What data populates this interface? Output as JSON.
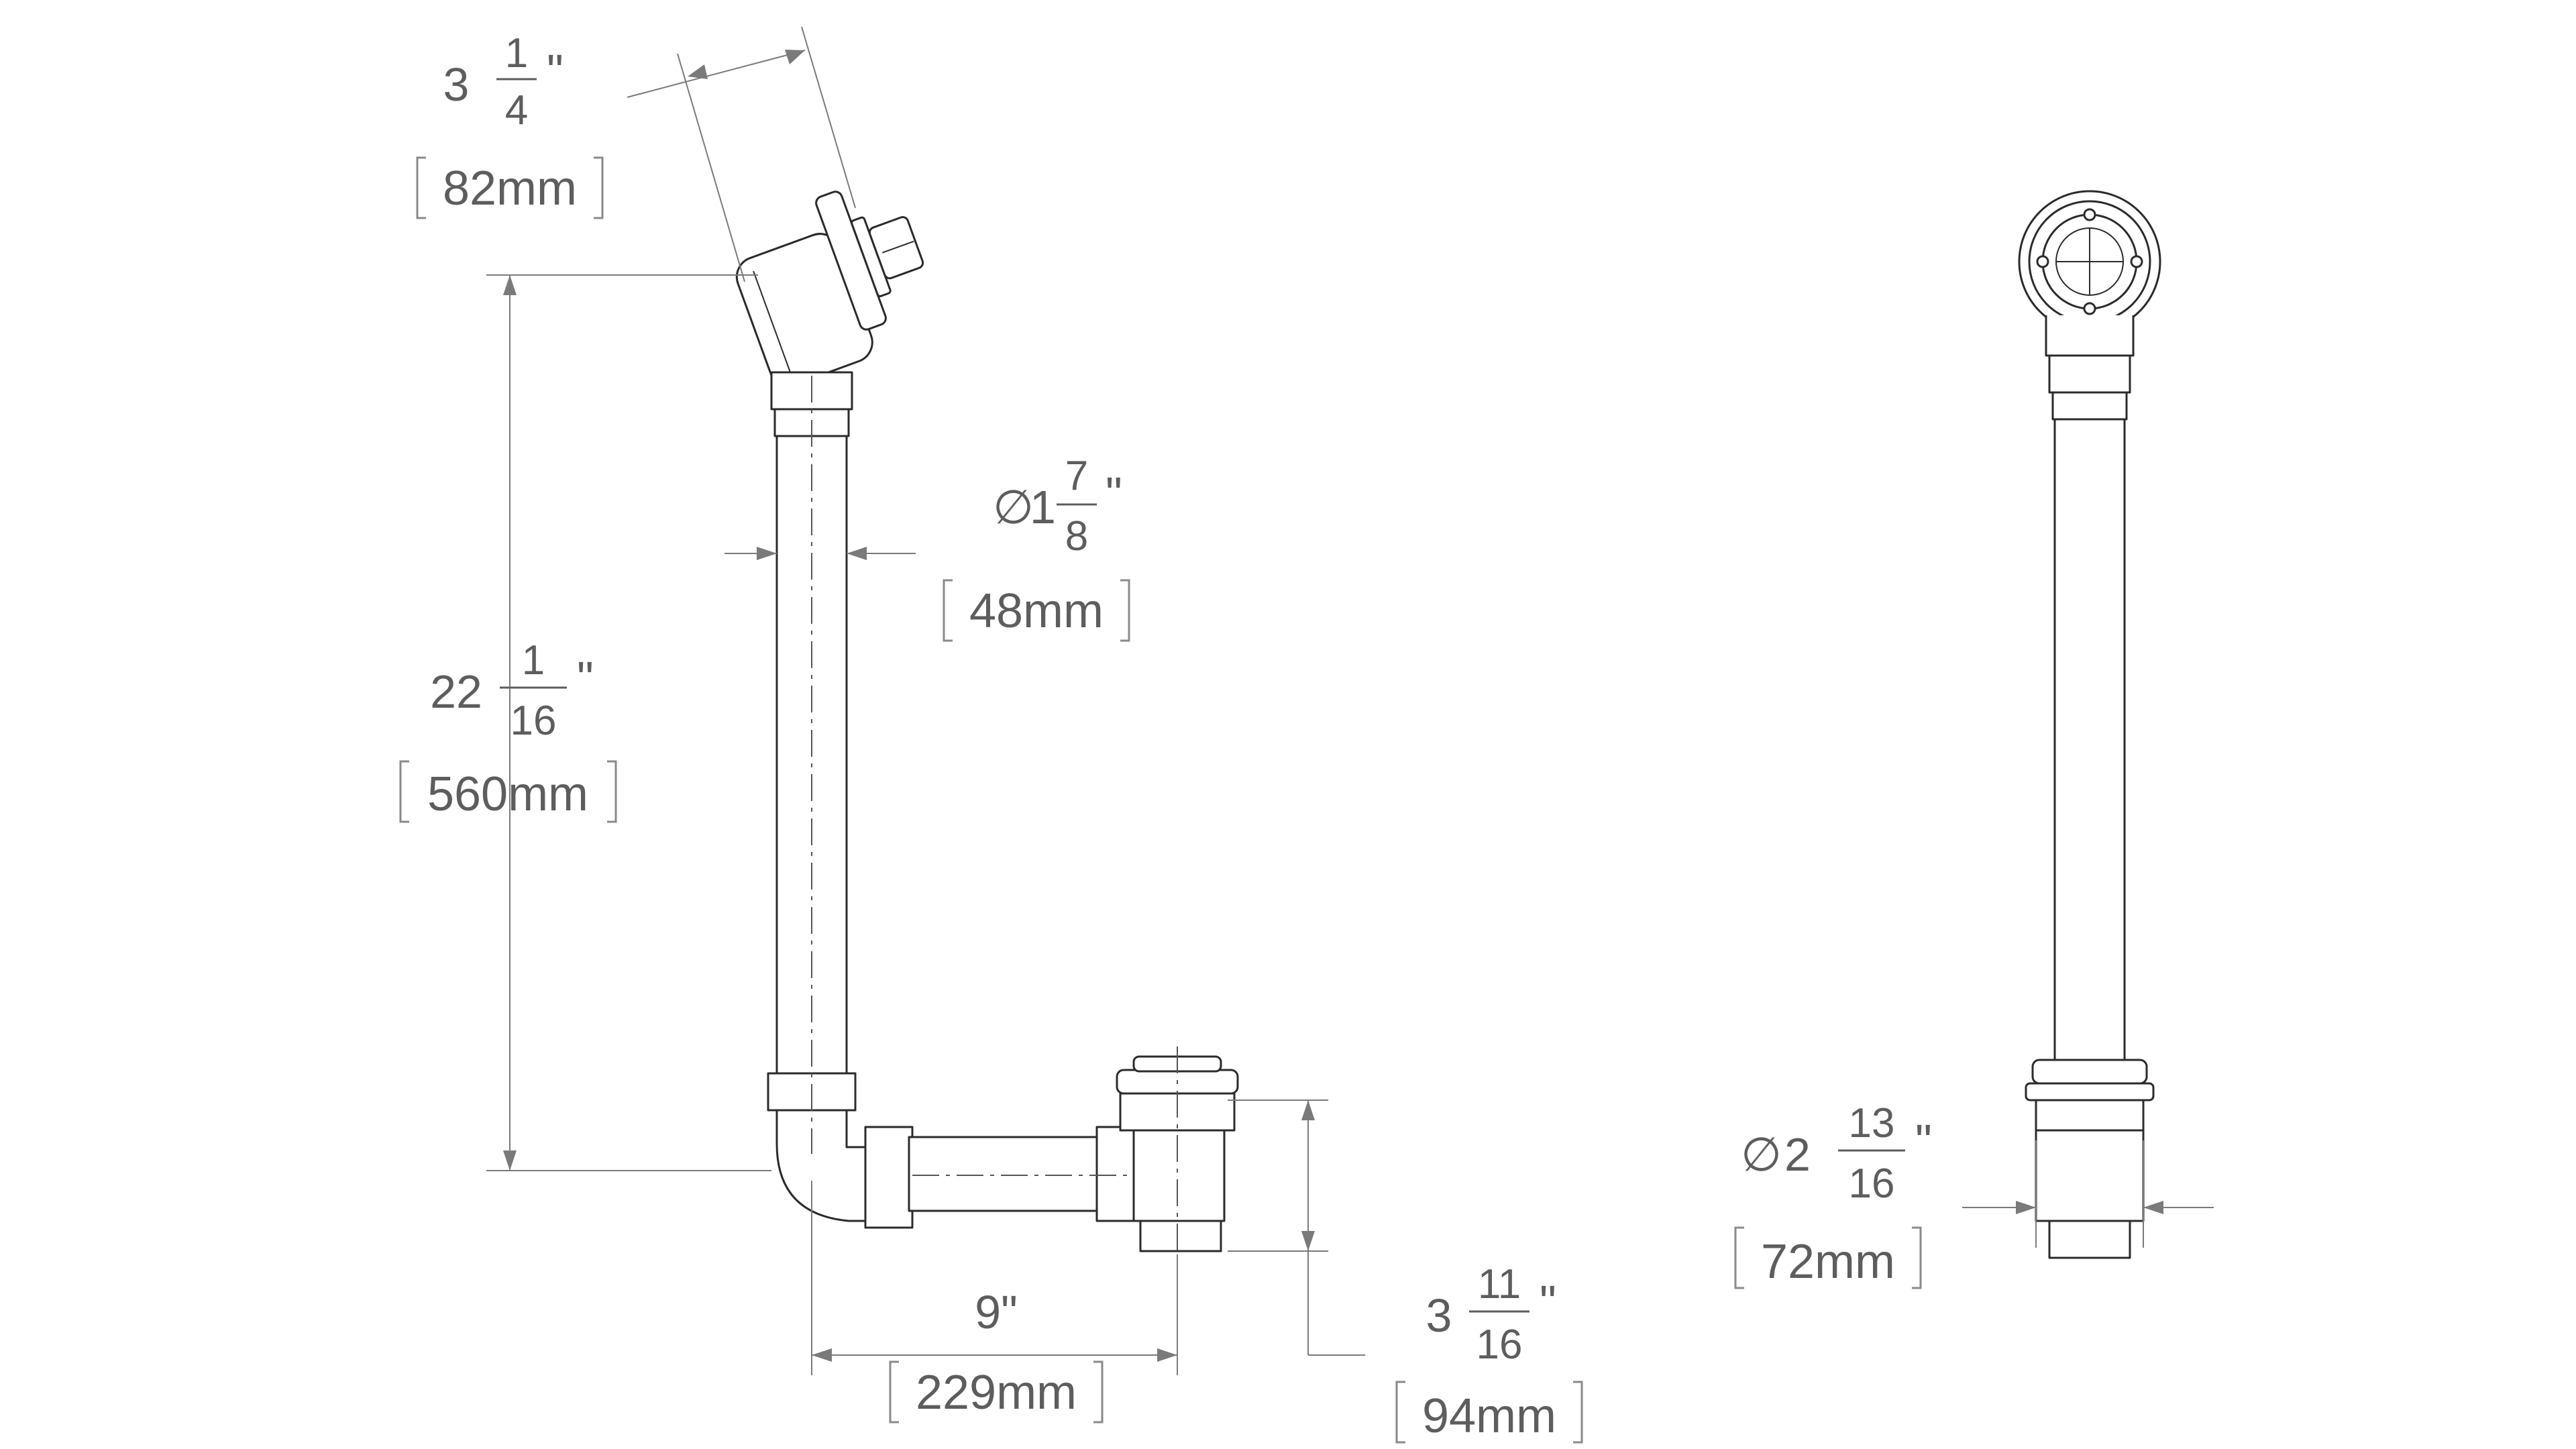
{
  "dimensions": {
    "elbow_offset": {
      "whole": "3",
      "num": "1",
      "den": "4",
      "unit": "\"",
      "metric": "82mm"
    },
    "tube_diameter": {
      "symbol": "∅",
      "whole": "1",
      "num": "7",
      "den": "8",
      "unit": "\"",
      "metric": "48mm"
    },
    "overall_height": {
      "whole": "22",
      "num": "1",
      "den": "16",
      "unit": "\"",
      "metric": "560mm"
    },
    "horizontal_run": {
      "value": "9\"",
      "metric": "229mm"
    },
    "drain_height": {
      "whole": "3",
      "num": "11",
      "den": "16",
      "unit": "\"",
      "metric": "94mm"
    },
    "flange_diameter": {
      "symbol": "∅",
      "whole": "2",
      "num": "13",
      "den": "16",
      "unit": "\"",
      "metric": "72mm"
    }
  },
  "colors": {
    "outline": "#2b2b2b",
    "dimension_line": "#7a7a7a",
    "label_text": "#5d5d5d"
  }
}
